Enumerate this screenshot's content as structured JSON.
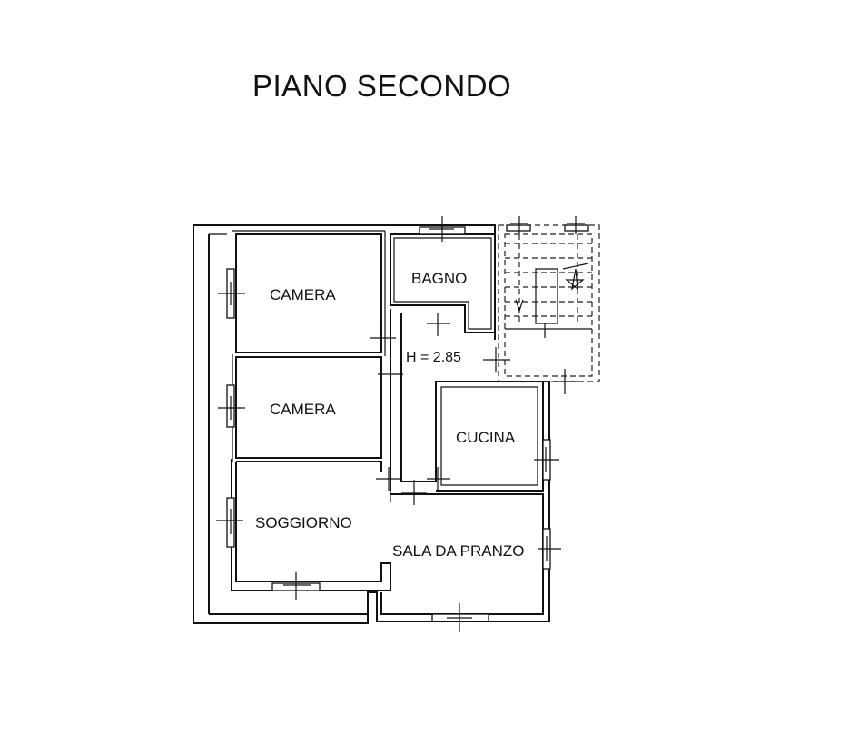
{
  "title": "PIANO SECONDO",
  "rooms": {
    "camera_1": "CAMERA",
    "camera_2": "CAMERA",
    "bagno": "BAGNO",
    "cucina": "CUCINA",
    "soggiorno": "SOGGIORNO",
    "sala_da_pranzo": "SALA DA PRANZO"
  },
  "ceiling_height": "H = 2.85",
  "colors": {
    "line": "#111111",
    "background": "#ffffff"
  }
}
